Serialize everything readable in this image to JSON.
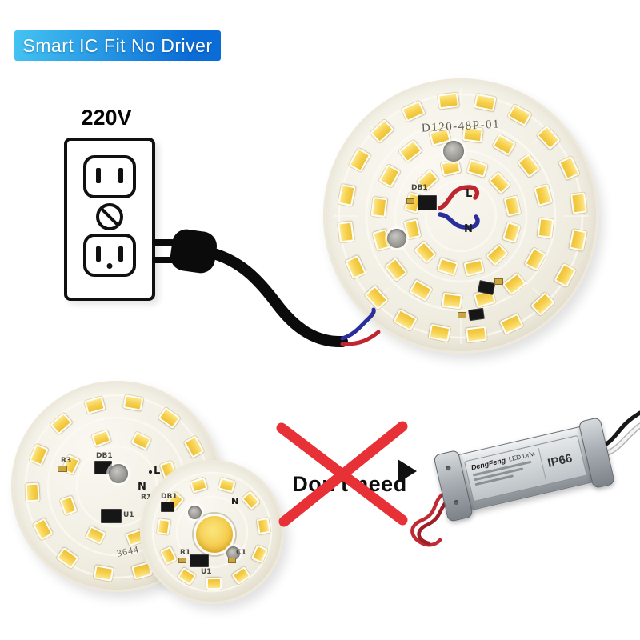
{
  "banner": {
    "text": "Smart IC Fit No Driver"
  },
  "outlet": {
    "voltage_label": "220V"
  },
  "big_pcb": {
    "model": "D120-48P-01",
    "chip_label": "DB1",
    "live_label": "L",
    "neutral_label": "N"
  },
  "medium_pcb": {
    "r3_label": "R3",
    "chip_label": "DB1",
    "live_label": "L",
    "neutral_label": "N",
    "r1_label": "R1",
    "u1_label": "U1",
    "code": "3644"
  },
  "small_pcb": {
    "chip_label": "DB1",
    "neutral_label": "N",
    "r1_label": "R1",
    "u1_label": "U1",
    "c1_label": "C1"
  },
  "callout": {
    "text": "Don't need"
  },
  "driver": {
    "brand": "DengFeng",
    "product_line": "LED Driver HP max",
    "rating": "IP66"
  },
  "colors": {
    "banner_start": "#44c4f2",
    "banner_end": "#0a6cd6",
    "cross_red": "#e73137",
    "wire_red": "#bf2730",
    "wire_blue": "#2a2f9e",
    "led_yellow": "#f6cf4a"
  }
}
